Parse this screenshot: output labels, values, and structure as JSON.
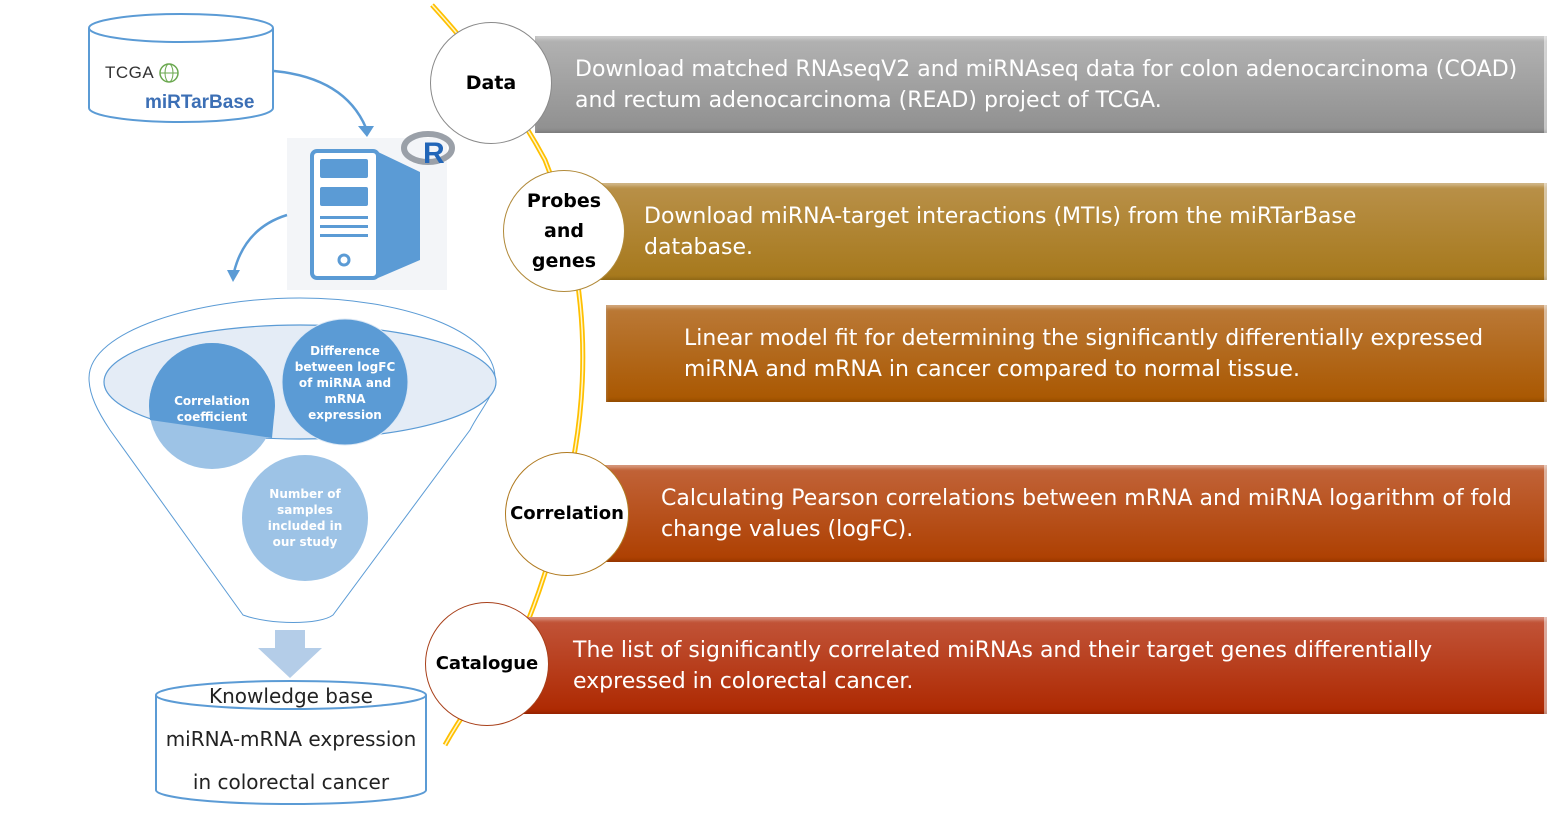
{
  "left_panel": {
    "source_db": {
      "logo_tcga": "TCGA",
      "logo_mirtarbase": "miRTarBase"
    },
    "r_logo": "R",
    "funnel": {
      "criteria": [
        "Correlation coefficient",
        "Difference between logFC of miRNA and mRNA expression",
        "Number of samples included in our study"
      ]
    },
    "knowledge_base": {
      "lines": [
        "Knowledge base",
        "miRNA-mRNA expression",
        "in colorectal cancer"
      ]
    }
  },
  "steps": [
    {
      "label": "Data",
      "text": "Download matched RNAseqV2 and miRNAseq data for colon adenocarcinoma (COAD) and rectum adenocarcinoma (READ) project of TCGA.",
      "color": "#a0a0a0",
      "ring": "#8a8a8a"
    },
    {
      "label": "Probes and genes",
      "text": "Download miRNA-target interactions (MTIs) from the miRTarBase database.",
      "color": "#ad8330",
      "ring": "#b18a3a"
    },
    {
      "label": "",
      "text": "Linear model fit for determining the significantly differentially expressed miRNA and mRNA in cancer compared to normal tissue.",
      "color": "#ad6415",
      "ring": ""
    },
    {
      "label": "Correlation",
      "text": "Calculating Pearson correlations between mRNA and miRNA logarithm of fold change  values (logFC).",
      "color": "#b04a10",
      "ring": "#b07a20"
    },
    {
      "label": "Catalogue",
      "text": "The list of significantly correlated miRNAs and their target genes differentially expressed in colorectal cancer.",
      "color": "#b03310",
      "ring": "#a8401a"
    }
  ],
  "colors": {
    "blue_primary": "#5b9bd5",
    "blue_light": "#9dc3e6",
    "connector_yellow": "#ffc000"
  }
}
